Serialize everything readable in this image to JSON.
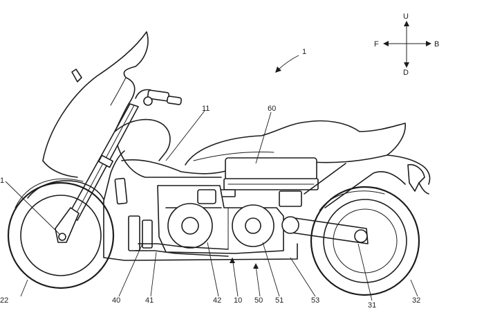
{
  "figure": {
    "reference_numeral": "1",
    "direction_indicator": {
      "up": "U",
      "front": "F",
      "back": "B",
      "down": "D"
    },
    "labels": {
      "steering": "1",
      "body_frame": "11",
      "box": "60",
      "front_wheel": "22",
      "rear_wheel": "32",
      "rear_axle": "31",
      "part_40": "40",
      "part_41": "41",
      "part_42": "42",
      "part_10": "10",
      "part_50": "50",
      "part_51": "51",
      "part_53": "53"
    }
  }
}
